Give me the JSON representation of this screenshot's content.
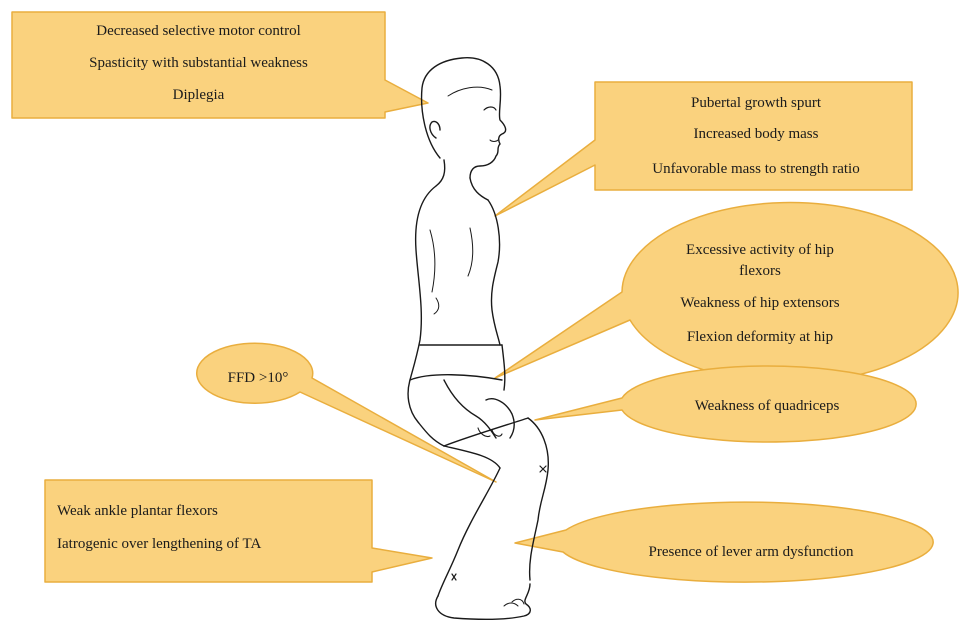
{
  "colors": {
    "callout_fill": "#FAD27E",
    "callout_stroke": "#E9AE3E",
    "figure_line": "#1a1a1a",
    "background": "#FFFFFF"
  },
  "callouts": {
    "head": {
      "lines": [
        "Decreased selective motor control",
        "Spasticity with substantial weakness",
        "Diplegia"
      ]
    },
    "torso": {
      "lines": [
        "Pubertal growth spurt",
        "Increased body mass",
        "Unfavorable mass to strength ratio"
      ]
    },
    "hip": {
      "line1": "Excessive activity of hip",
      "line1b": "flexors",
      "line2": "Weakness of hip extensors",
      "line3": "Flexion deformity at hip"
    },
    "ffd": {
      "text": "FFD >10°"
    },
    "quad": {
      "text": "Weakness of quadriceps"
    },
    "ankle": {
      "lines": [
        "Weak ankle plantar flexors",
        "Iatrogenic over lengthening of TA"
      ]
    },
    "lever": {
      "text": "Presence of lever arm dysfunction"
    }
  }
}
